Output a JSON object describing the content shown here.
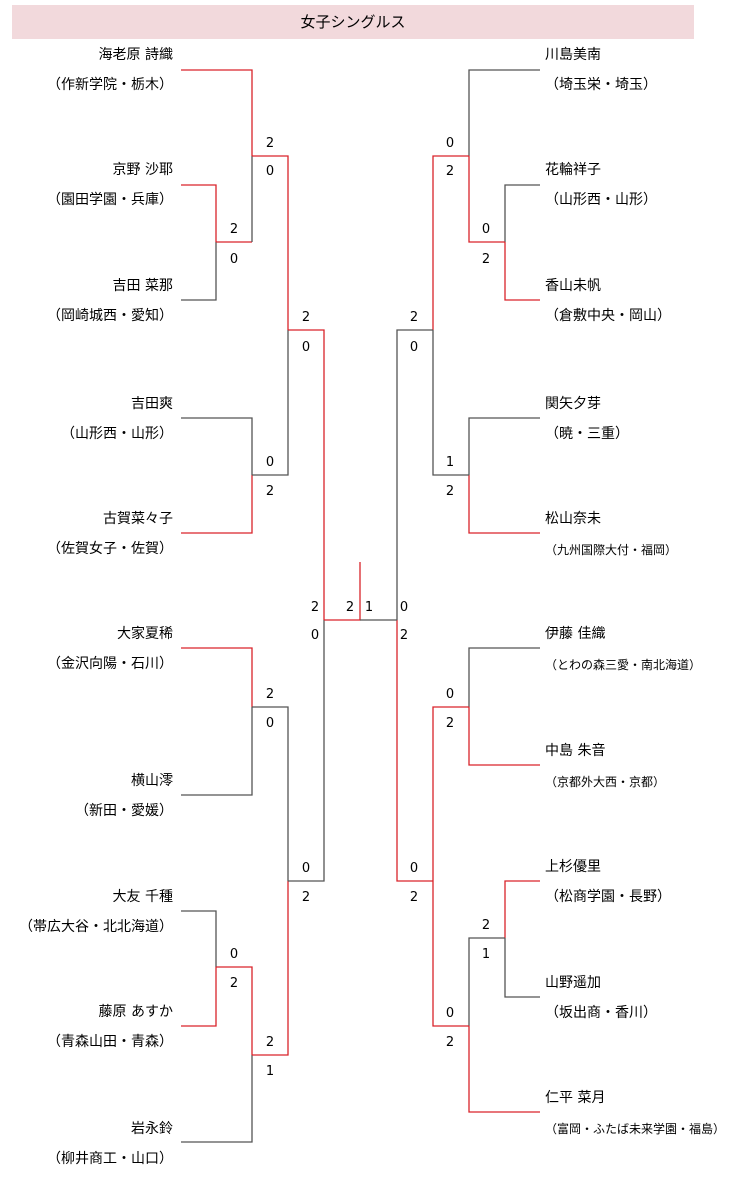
{
  "title": "女子シングルス",
  "colors": {
    "winner": "#d9232a",
    "loser": "#555555",
    "header_bg": "#f2d9dc"
  },
  "left_players": [
    {
      "name": "海老原 詩織",
      "affiliation": "（作新学院・栃木）"
    },
    {
      "name": "京野 沙耶",
      "affiliation": "（園田学園・兵庫）"
    },
    {
      "name": "吉田 菜那",
      "affiliation": "（岡崎城西・愛知）"
    },
    {
      "name": "吉田爽",
      "affiliation": "（山形西・山形）"
    },
    {
      "name": "古賀菜々子",
      "affiliation": "（佐賀女子・佐賀）"
    },
    {
      "name": "大家夏稀",
      "affiliation": "（金沢向陽・石川）"
    },
    {
      "name": "横山澪",
      "affiliation": "（新田・愛媛）"
    },
    {
      "name": "大友 千種",
      "affiliation": "（帯広大谷・北北海道）"
    },
    {
      "name": "藤原 あすか",
      "affiliation": "（青森山田・青森）"
    },
    {
      "name": "岩永鈴",
      "affiliation": "（柳井商工・山口）"
    }
  ],
  "right_players": [
    {
      "name": "川島美南",
      "affiliation": "（埼玉栄・埼玉）"
    },
    {
      "name": "花輪祥子",
      "affiliation": "（山形西・山形）"
    },
    {
      "name": "香山未帆",
      "affiliation": "（倉敷中央・岡山）"
    },
    {
      "name": "関矢夕芽",
      "affiliation": "（暁・三重）"
    },
    {
      "name": "松山奈未",
      "affiliation": "（九州国際大付・福岡）"
    },
    {
      "name": "伊藤 佳織",
      "affiliation": "（とわの森三愛・南北海道）"
    },
    {
      "name": "中島 朱音",
      "affiliation": "（京都外大西・京都）"
    },
    {
      "name": "上杉優里",
      "affiliation": "（松商学園・長野）"
    },
    {
      "name": "山野遥加",
      "affiliation": "（坂出商・香川）"
    },
    {
      "name": "仁平 菜月",
      "affiliation": "（富岡・ふたば未来学園・福島）"
    }
  ],
  "scores": {
    "l_r1_a_top": "2",
    "l_r1_a_bot": "0",
    "l_r0_top": "2",
    "l_r0_bot": "0",
    "l_r2_top": "2",
    "l_r2_bot": "0",
    "l_r1_b_top": "0",
    "l_r1_b_bot": "2",
    "l_r1_c_top": "2",
    "l_r1_c_bot": "0",
    "l_r0b_top": "0",
    "l_r0b_bot": "2",
    "l_r1_d_top": "2",
    "l_r1_d_bot": "1",
    "l_r2b_top": "0",
    "l_r2b_bot": "2",
    "l_sf_top": "2",
    "l_sf_bot": "0",
    "r_r1_a_top": "0",
    "r_r1_a_bot": "2",
    "r_r0_top": "0",
    "r_r0_bot": "2",
    "r_r2_top": "2",
    "r_r2_bot": "0",
    "r_r1_b_top": "1",
    "r_r1_b_bot": "2",
    "r_r1_c_top": "0",
    "r_r1_c_bot": "2",
    "r_r0b_top": "2",
    "r_r0b_bot": "1",
    "r_r1_d_top": "0",
    "r_r1_d_bot": "2",
    "r_r2b_top": "0",
    "r_r2b_bot": "2",
    "r_sf_top": "0",
    "r_sf_bot": "2",
    "final_left": "2",
    "final_right": "1"
  }
}
